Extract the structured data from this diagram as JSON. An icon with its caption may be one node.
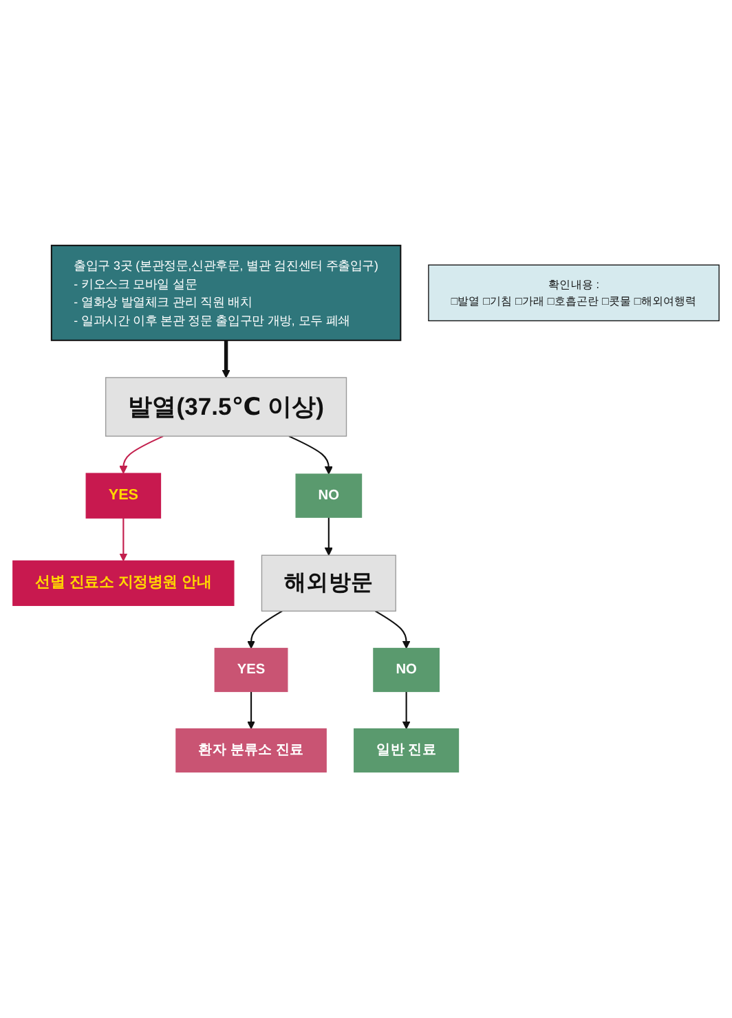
{
  "diagram": {
    "nodes": [
      {
        "text": [
          "출입구 3곳 (본관정문,신관후문, 별관 검진센터 주출입구)",
          "- 키오스크 모바일 설문",
          "- 열화상 발열체크 관리 직원 배치",
          "- 일과시간 이후 본관 정문 출입구만 개방, 모두 폐쇄"
        ]
      },
      {
        "text": [
          "발열(37.5℃ 이상)"
        ]
      },
      {
        "text": [
          "YES"
        ]
      },
      {
        "text": [
          "선별 진료소 지정병원 안내"
        ]
      },
      {
        "text": [
          "NO"
        ]
      },
      {
        "text": [
          "해외방문"
        ]
      },
      {
        "text": [
          "YES"
        ]
      },
      {
        "text": [
          "환자 분류소 진료"
        ]
      },
      {
        "text": [
          "NO"
        ]
      },
      {
        "text": [
          "일반 진료"
        ]
      },
      {
        "text": [
          "확인내용 :",
          "□발열 □기침 □가래 □호흡곤란 □콧물 □해외여행력"
        ]
      }
    ],
    "edges": [
      {
        "from": 0,
        "to": 1,
        "arrow": "to",
        "style": "thick"
      },
      {
        "from": 1,
        "to": 2,
        "arrow": "to",
        "color": "#c3204e"
      },
      {
        "from": 1,
        "to": 4,
        "arrow": "to"
      },
      {
        "from": 2,
        "to": 3,
        "arrow": "to",
        "color": "#c3204e"
      },
      {
        "from": 4,
        "to": 5,
        "arrow": "to"
      },
      {
        "from": 5,
        "to": 6,
        "arrow": "to"
      },
      {
        "from": 5,
        "to": 8,
        "arrow": "to"
      },
      {
        "from": 6,
        "to": 7,
        "arrow": "to"
      },
      {
        "from": 8,
        "to": 9,
        "arrow": "to"
      }
    ]
  }
}
